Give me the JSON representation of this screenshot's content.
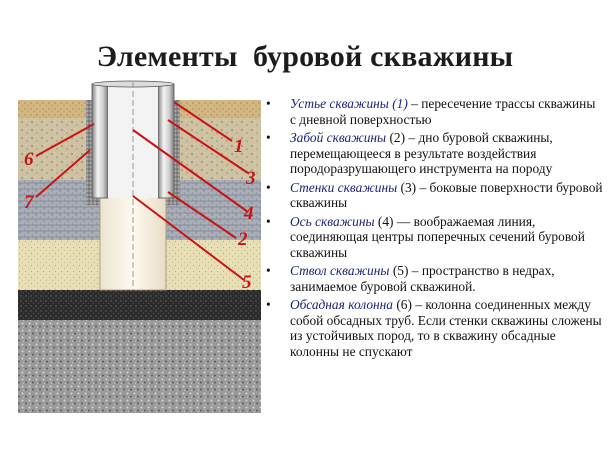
{
  "slide": {
    "title": "Элементы  буровой скважины",
    "callout_numbers": [
      "1",
      "2",
      "3",
      "4",
      "5",
      "6",
      "7"
    ],
    "bullet_glyph": "•",
    "colors": {
      "callout_red": "#c81414",
      "term_blue": "#1a237e",
      "soil_top": "#d2b782",
      "limestone": "#cfc2a2",
      "clay_gray": "#a8aeb8",
      "sand": "#e9dfb6",
      "black_layer": "#2b2b2b",
      "granite": "#9a9a9a"
    },
    "items": [
      {
        "term": "Устье скважины (1)",
        "text": " – пересечение трассы скважины с дневной поверхностью"
      },
      {
        "term": "Забой скважины",
        "text": " (2) – дно буровой скважины, перемещающееся в результате воздействия породоразрушающего инструмента на породу"
      },
      {
        "term": "Стенки скважины",
        "text": " (3) – боковые поверхности буровой скважины"
      },
      {
        "term": "Ось скважины",
        "text": " (4) — воображаемая линия, соединяющая центры поперечных сечений буровой скважины"
      },
      {
        "term": "Ствол скважины",
        "text": " (5) – пространство в недрах, занимаемое буровой скважиной."
      },
      {
        "term": "Обсадная колонна",
        "text": " (6) – колонна соединенных между собой обсадных труб. Если  стенки скважины сложены из устойчивых пород, то в скважину обсадные колонны не спускают"
      }
    ]
  }
}
